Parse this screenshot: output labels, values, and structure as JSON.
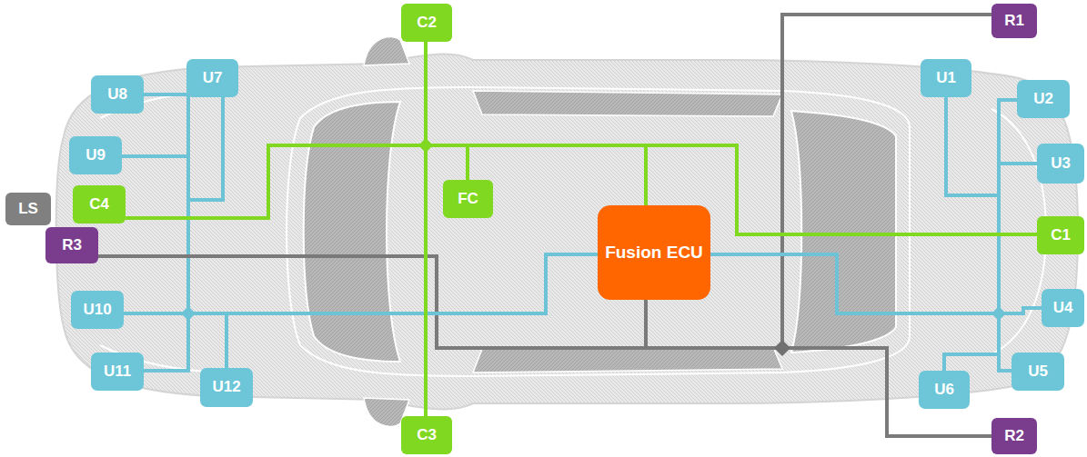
{
  "diagram": {
    "nodes": [
      {
        "text": [
          "C2"
        ]
      },
      {
        "text": [
          "R1"
        ]
      },
      {
        "text": [
          "U8"
        ]
      },
      {
        "text": [
          "U7"
        ]
      },
      {
        "text": [
          "U1"
        ]
      },
      {
        "text": [
          "U2"
        ]
      },
      {
        "text": [
          "U9"
        ]
      },
      {
        "text": [
          "U3"
        ]
      },
      {
        "text": [
          "FC"
        ]
      },
      {
        "text": [
          "LS"
        ]
      },
      {
        "text": [
          "C4"
        ]
      },
      {
        "text": [
          "Fusion ECU"
        ]
      },
      {
        "text": [
          "C1"
        ]
      },
      {
        "text": [
          "R3"
        ]
      },
      {
        "text": [
          "U10"
        ]
      },
      {
        "text": [
          "U4"
        ]
      },
      {
        "text": [
          "U11"
        ]
      },
      {
        "text": [
          "U12"
        ]
      },
      {
        "text": [
          "U6"
        ]
      },
      {
        "text": [
          "U5"
        ]
      },
      {
        "text": [
          "C3"
        ]
      },
      {
        "text": [
          "R2"
        ]
      }
    ],
    "edges": [
      {
        "from": 0,
        "to": 11,
        "arrow": "none"
      },
      {
        "from": 1,
        "to": 11,
        "arrow": "none"
      },
      {
        "from": 2,
        "to": 11,
        "arrow": "none"
      },
      {
        "from": 3,
        "to": 11,
        "arrow": "none"
      },
      {
        "from": 4,
        "to": 11,
        "arrow": "none"
      },
      {
        "from": 5,
        "to": 11,
        "arrow": "none"
      },
      {
        "from": 6,
        "to": 11,
        "arrow": "none"
      },
      {
        "from": 7,
        "to": 11,
        "arrow": "none"
      },
      {
        "from": 8,
        "to": 11,
        "arrow": "none"
      },
      {
        "from": 10,
        "to": 11,
        "arrow": "none"
      },
      {
        "from": 12,
        "to": 11,
        "arrow": "none"
      },
      {
        "from": 13,
        "to": 11,
        "arrow": "none"
      },
      {
        "from": 14,
        "to": 11,
        "arrow": "none"
      },
      {
        "from": 15,
        "to": 11,
        "arrow": "none"
      },
      {
        "from": 16,
        "to": 11,
        "arrow": "none"
      },
      {
        "from": 17,
        "to": 11,
        "arrow": "none"
      },
      {
        "from": 18,
        "to": 11,
        "arrow": "none"
      },
      {
        "from": 19,
        "to": 11,
        "arrow": "none"
      },
      {
        "from": 20,
        "to": 11,
        "arrow": "none"
      },
      {
        "from": 21,
        "to": 11,
        "arrow": "none"
      }
    ]
  }
}
